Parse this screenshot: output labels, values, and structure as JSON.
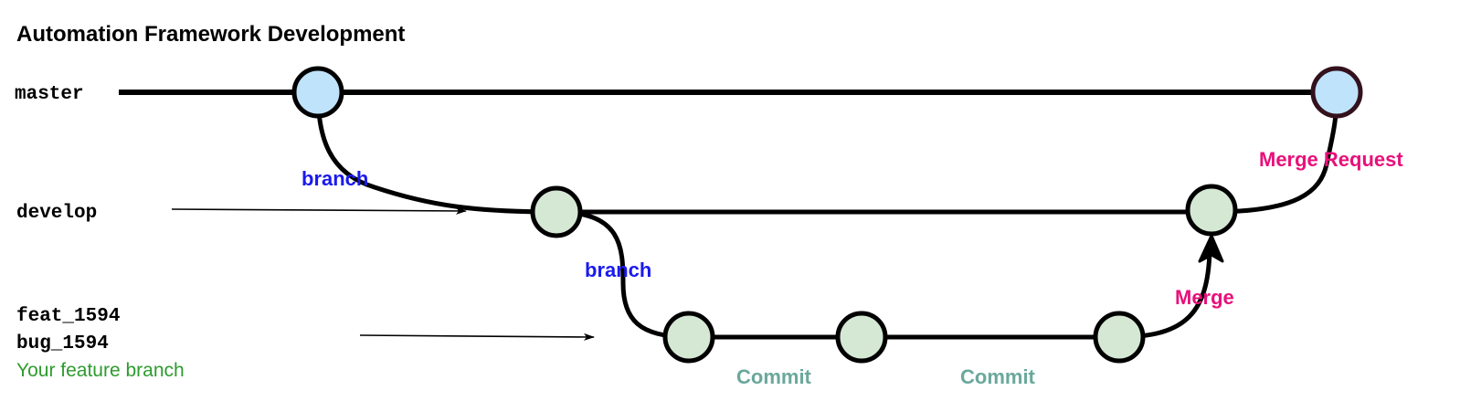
{
  "title": "Automation Framework Development",
  "branches": {
    "master": "master",
    "develop": "develop",
    "feat": "feat_1594",
    "bug": "bug_1594",
    "feature_note": "Your feature branch"
  },
  "annotations": {
    "branch_from_master": "branch",
    "branch_from_develop": "branch",
    "commit_1": "Commit",
    "commit_2": "Commit",
    "merge": "Merge",
    "merge_request": "Merge Request"
  },
  "colors": {
    "line": "#000000",
    "master_node_fill": "#bfe3fa",
    "branch_node_fill": "#d5e8d4",
    "master_end_stroke": "#33111d",
    "branch_label": "#1a1aee",
    "merge_label": "#e8107a",
    "commit_label": "#6aa89b",
    "feature_note": "#2e9b2e"
  }
}
